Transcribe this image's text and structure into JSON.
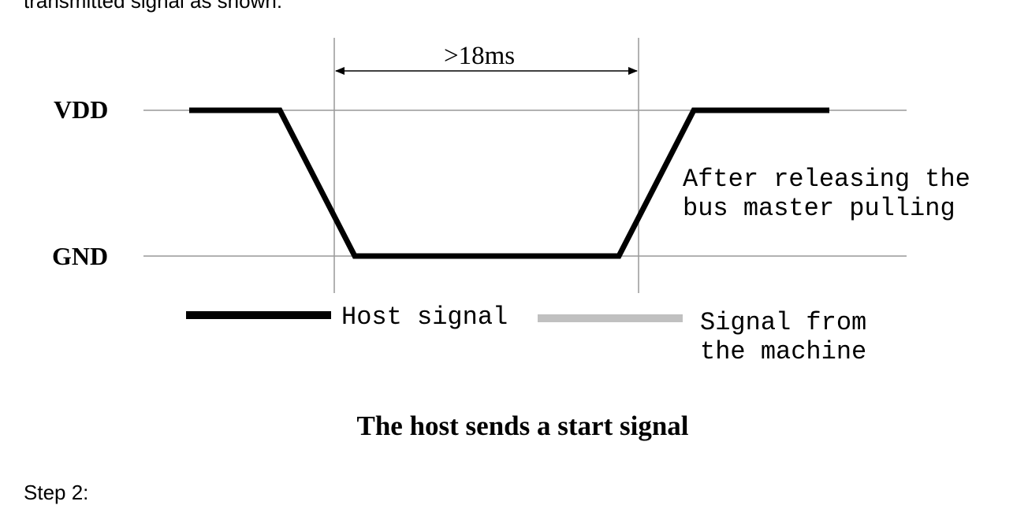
{
  "page": {
    "top_text": "transmitted signal as shown:",
    "bottom_text": "Step 2:"
  },
  "diagram": {
    "level_high": "VDD",
    "level_low": "GND",
    "duration": ">18ms",
    "release_note_line1": "After releasing the",
    "release_note_line2": "bus master pulling",
    "legend_host": "Host signal",
    "legend_machine_line1": "Signal from",
    "legend_machine_line2": "the machine",
    "caption": "The host sends a start signal",
    "colors": {
      "host": "#000000",
      "machine": "#c0c0c0",
      "guides": "#999999"
    }
  }
}
